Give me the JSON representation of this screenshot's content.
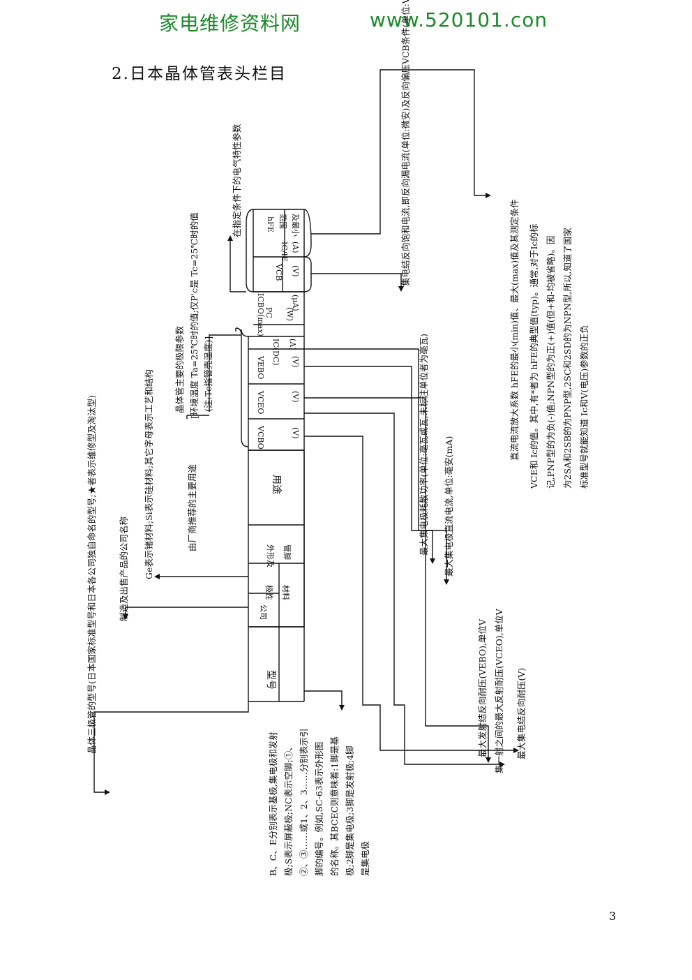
{
  "watermark": {
    "left": "家电维修资料网",
    "right": "www.520101.con"
  },
  "section_title": "2.日本晶体管表头栏目",
  "page_number": "3",
  "header_cells": {
    "model": "型号",
    "company": "公司",
    "polarity": "极性",
    "material": "材料",
    "outline": "外形及",
    "pins": "管脚",
    "usage": "用途",
    "vcbo": "VCBO",
    "vceo": "VCEO",
    "vebo": "VEBO",
    "ic": "IC(DC)",
    "pc": "PC",
    "icbo": "ICBO(max)",
    "vcb": "VCB",
    "hfe": "hFE",
    "hfe_range": "范围",
    "hfe_min": "及最小",
    "icie": "IC/IE",
    "unit_v": "(V)",
    "unit_a": "(A)",
    "unit_w": "(W)",
    "unit_ua": "(μA)"
  },
  "annotations": {
    "model": "晶体三极管的型号(日本国家标准型号和日本各公司独自命名的型号;★者表示维修型及淘汰型)",
    "company": "制造及出售产品的公司名称",
    "material": "Ge表示锗材料;Si表示硅材料;其它字母表示工艺和结构",
    "usage": "由厂商推荐的主要用途",
    "limit_title": "晶体管主要的极限参数",
    "limit_line1": "[环境温度 Ta=25℃时的值;仅P'c是 Tc=25℃时的值",
    "limit_line2": "(注:Tc指管壳温度)]",
    "electrical": "在指定条件下的电气特性参数",
    "pins": "B、C、E分别表示基极,集电极和发射极;S表示屏蔽极;NC表示空脚;①、②、③……或1、2、3……分别表示引脚的编号。例如,SC-63表示外形图的名称。其BCEC则意味着:1脚是基极;2脚是集电极;3脚是发射极;4脚是集电极",
    "vcbo": "最大集电结反向耐压(V)",
    "vceo": "集一射之间的最大反射耐压(VCEO),单位V",
    "vebo": "最大发射结反向耐压(VEBO),单位V",
    "ic": "最大集电极直流电流,单位:毫安(mA)",
    "pc": "最大集电极耗散功率(单位:毫瓦或瓦,未标注单位者为毫瓦)",
    "icbo": "集电结反向饱和电流,即反向漏电流(单位:微安)及反向偏压VCB条件(单位:V)",
    "hfe_1": "直流电流放大系数 hFE的最小(min)值、最大(max)值及其测定条件",
    "hfe_2": "VCE和 Ic的值。其中,有*者为 hFE的典型值(typ)。通常,对于Ic的标",
    "hfe_3": "记,PNP型的为负(-)值;NPN型的为正(+)值(但+和-均被省略)。因",
    "hfe_4": "为2SA和2SB的为PNP型,2SC和2SD的为NPN型,所以,知道了国家",
    "hfe_5": "标准型号就能知道 Ic和V(电压)参数的正负"
  }
}
